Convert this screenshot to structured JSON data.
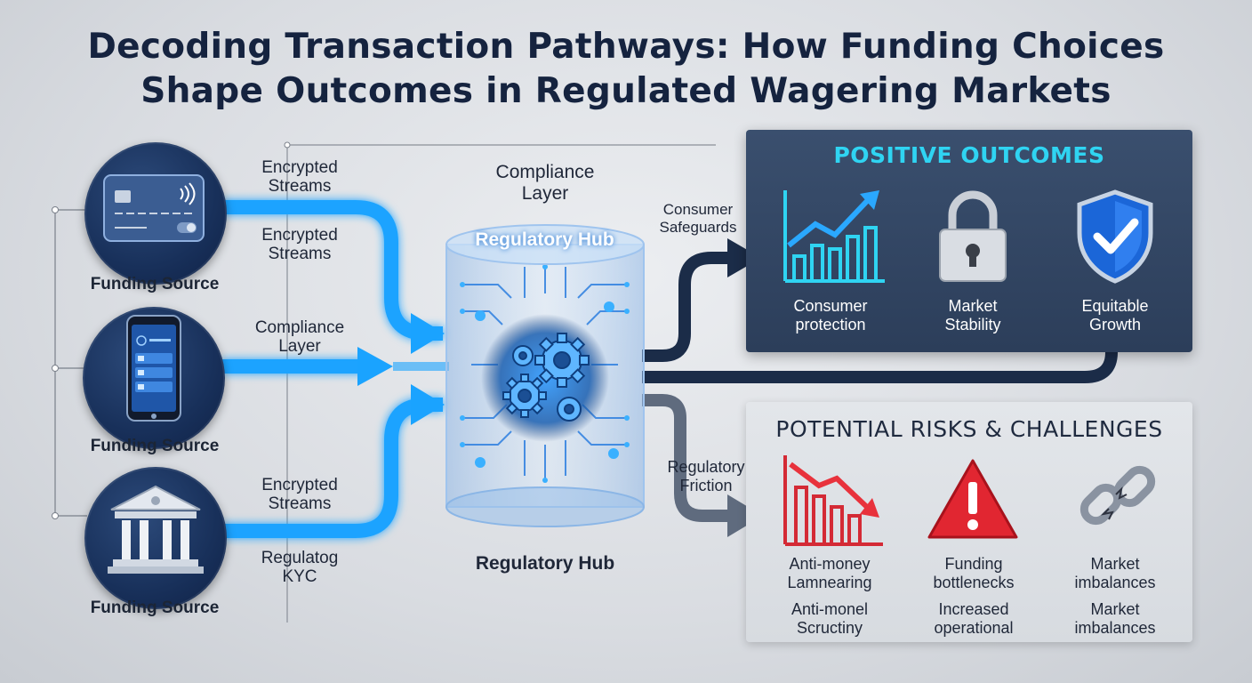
{
  "title": {
    "line1": "Decoding Transaction Pathways: How Funding Choices",
    "line2": "Shape Outcomes in Regulated Wagering Markets"
  },
  "sources": [
    {
      "label": "Funding Source",
      "icon": "credit-card-icon"
    },
    {
      "label": "Funding Source",
      "icon": "smartphone-icon"
    },
    {
      "label": "Funding Source",
      "icon": "bank-icon"
    }
  ],
  "flow_labels": {
    "encrypted_1": [
      "Encrypted",
      "Streams"
    ],
    "encrypted_2": [
      "Encrypted",
      "Streams"
    ],
    "compliance_left": [
      "Compliance",
      "Layer"
    ],
    "encrypted_3": [
      "Encrypted",
      "Streams"
    ],
    "regulatog_kyc": [
      "Regulatog",
      "KYC"
    ],
    "compliance_top": [
      "Compliance",
      "Layer"
    ],
    "consumer_safeguards": [
      "Consumer",
      "Safeguards"
    ],
    "regulatory_friction": [
      "Regulatory",
      "Friction"
    ]
  },
  "hub": {
    "top_label": "Regulatory Hub",
    "bottom_label": "Regulatory Hub",
    "icon": "gears-icon"
  },
  "positive": {
    "title": "POSITIVE OUTCOMES",
    "items": [
      {
        "icon": "rising-chart-icon",
        "label": [
          "Consumer",
          "protection"
        ]
      },
      {
        "icon": "padlock-icon",
        "label": [
          "Market",
          "Stability"
        ]
      },
      {
        "icon": "shield-check-icon",
        "label": [
          "Equitable",
          "Growth"
        ]
      }
    ]
  },
  "risks": {
    "title": "POTENTIAL RISKS & CHALLENGES",
    "items": [
      {
        "icon": "falling-chart-icon",
        "label": [
          "Anti-money",
          "Lamnearing"
        ],
        "sub": [
          "Anti-monel",
          "Scructiny"
        ]
      },
      {
        "icon": "warning-icon",
        "label": [
          "Funding",
          "bottlenecks"
        ],
        "sub": [
          "Increased",
          "operational"
        ]
      },
      {
        "icon": "broken-chain-icon",
        "label": [
          "Market",
          "imbalances"
        ],
        "sub": [
          "Market",
          "imbalances"
        ]
      }
    ]
  },
  "colors": {
    "flow_blue": "#1aa3ff",
    "dark_navy": "#1b2c48",
    "accent_cyan": "#2fd4f2",
    "risk_red": "#d42a35"
  }
}
